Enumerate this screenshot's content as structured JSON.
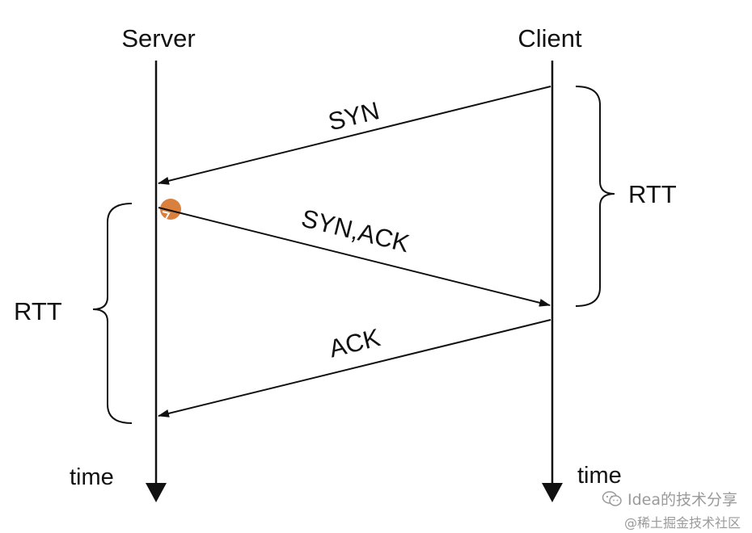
{
  "diagram": {
    "server_label": "Server",
    "client_label": "Client",
    "time_label_server": "time",
    "time_label_client": "time",
    "messages": {
      "syn": "SYN",
      "syn_ack": "SYN,ACK",
      "ack": "ACK"
    },
    "rtt_label_right": "RTT",
    "rtt_label_left": "RTT",
    "marker_color": "#d9803f"
  },
  "watermark": {
    "line1": "Idea的技术分享",
    "line2": "@稀土掘金技术社区",
    "icon": "wechat-icon"
  }
}
